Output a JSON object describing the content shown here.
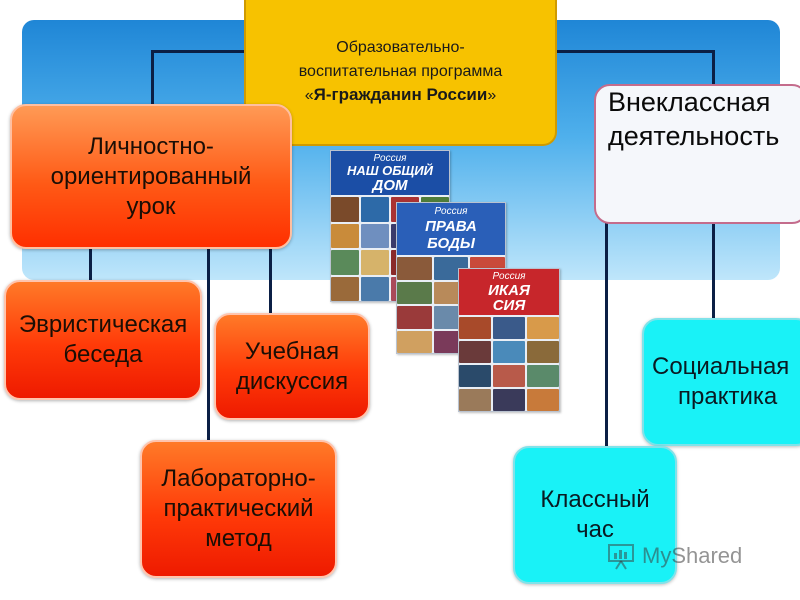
{
  "title": {
    "line1": "Образовательно-",
    "line2": "воспитательная программа",
    "q_open": "«",
    "name": "Я-гражданин России",
    "q_close": "»"
  },
  "nodes": {
    "lesson": {
      "line1": "Личностно-",
      "line2": "ориентированный",
      "line3": "урок"
    },
    "heuristic": {
      "line1": "Эвристическая",
      "line2": "беседа"
    },
    "discussion": {
      "line1": "Учебная",
      "line2": "дискуссия"
    },
    "lab": {
      "line1": "Лабораторно-",
      "line2": "практический",
      "line3": "метод"
    },
    "extracurricular": {
      "line1": "Внеклассная",
      "line2": "деятельность"
    },
    "social": {
      "line1": "Социальная",
      "line2": "практика"
    },
    "classhour": {
      "line1": "Классный",
      "line2": "час"
    }
  },
  "books": {
    "book1": {
      "title1": "Россия",
      "title2": "НАШ ОБЩИЙ",
      "title3": "ДОМ"
    },
    "book2": {
      "title1": "Россия",
      "title2": "ПРАВА",
      "title3": "БОДЫ"
    },
    "book3": {
      "title1": "Россия",
      "title2": "ИКАЯ",
      "title3": "СИЯ"
    }
  },
  "watermark": {
    "text": "MyShared"
  },
  "colors": {
    "band": "#2a8fe0",
    "title": "#f7c200",
    "orange": "#ff4a10",
    "cyan": "#19f2f7",
    "lines": "#0b1f45"
  }
}
